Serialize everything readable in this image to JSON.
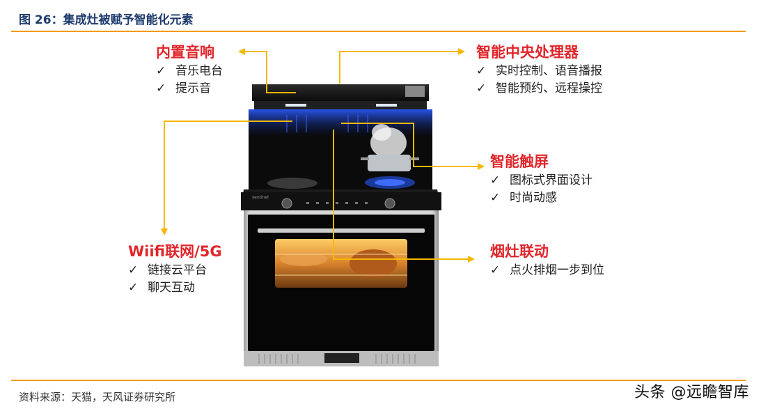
{
  "figure_title": "图 26：集成灶被赋予智能化元素",
  "source_note": "资料来源：天猫，天风证券研究所",
  "watermark": "头条 @远瞻智库",
  "check_mark": "✓",
  "appliance_brand": "sentinel",
  "callouts": [
    {
      "title": "内置音响",
      "items": [
        "音乐电台",
        "提示音"
      ]
    },
    {
      "title": "智能中央处理器",
      "items": [
        "实时控制、语音播报",
        "智能预约、远程操控"
      ]
    },
    {
      "title": "智能触屏",
      "items": [
        "图标式界面设计",
        "时尚动感"
      ]
    },
    {
      "title": "Wiifi联网/5G",
      "items": [
        "链接云平台",
        "聊天互动"
      ]
    },
    {
      "title": "烟灶联动",
      "items": [
        "点火排烟一步到位"
      ]
    }
  ],
  "colors": {
    "accent": "#f39a1a",
    "title": "#1f3b6e",
    "callout": "#e1262b",
    "leader": "#f5b800"
  }
}
